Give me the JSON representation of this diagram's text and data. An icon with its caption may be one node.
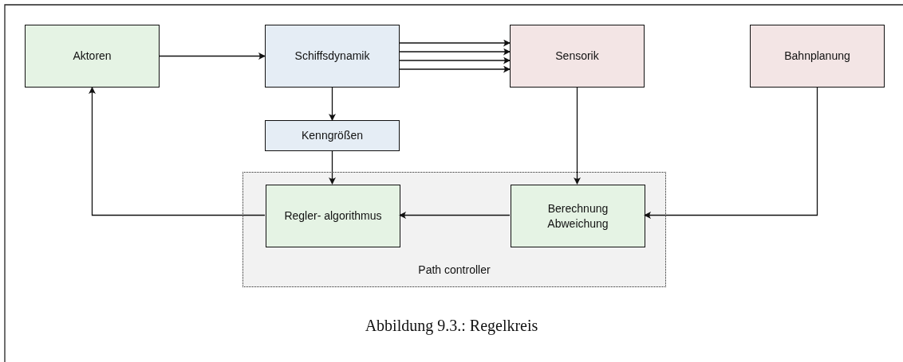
{
  "diagram": {
    "caption": "Abbildung 9.3.: Regelkreis",
    "nodes": [
      {
        "text": [
          "Aktoren"
        ]
      },
      {
        "text": [
          "Schiffsdynamik"
        ]
      },
      {
        "text": [
          "Sensorik"
        ]
      },
      {
        "text": [
          "Bahnplanung"
        ]
      },
      {
        "text": [
          "Kenngrößen"
        ]
      },
      {
        "text": [
          "Path controller"
        ]
      },
      {
        "text": [
          "Regler- algorithmus"
        ],
        "in": 5
      },
      {
        "text": [
          "Berechnung Abweichung"
        ],
        "in": 5
      }
    ],
    "edges": [
      {
        "from": 0,
        "to": 1,
        "arrow": "to"
      },
      {
        "from": 1,
        "to": 2,
        "arrow": "to"
      },
      {
        "from": 1,
        "to": 2,
        "arrow": "to"
      },
      {
        "from": 1,
        "to": 2,
        "arrow": "to"
      },
      {
        "from": 1,
        "to": 2,
        "arrow": "to"
      },
      {
        "from": 1,
        "to": 4,
        "arrow": "to"
      },
      {
        "from": 4,
        "to": 6,
        "arrow": "to"
      },
      {
        "from": 2,
        "to": 7,
        "arrow": "to"
      },
      {
        "from": 3,
        "to": 7,
        "arrow": "to"
      },
      {
        "from": 7,
        "to": 6,
        "arrow": "to"
      },
      {
        "from": 6,
        "to": 0,
        "arrow": "to"
      }
    ]
  }
}
